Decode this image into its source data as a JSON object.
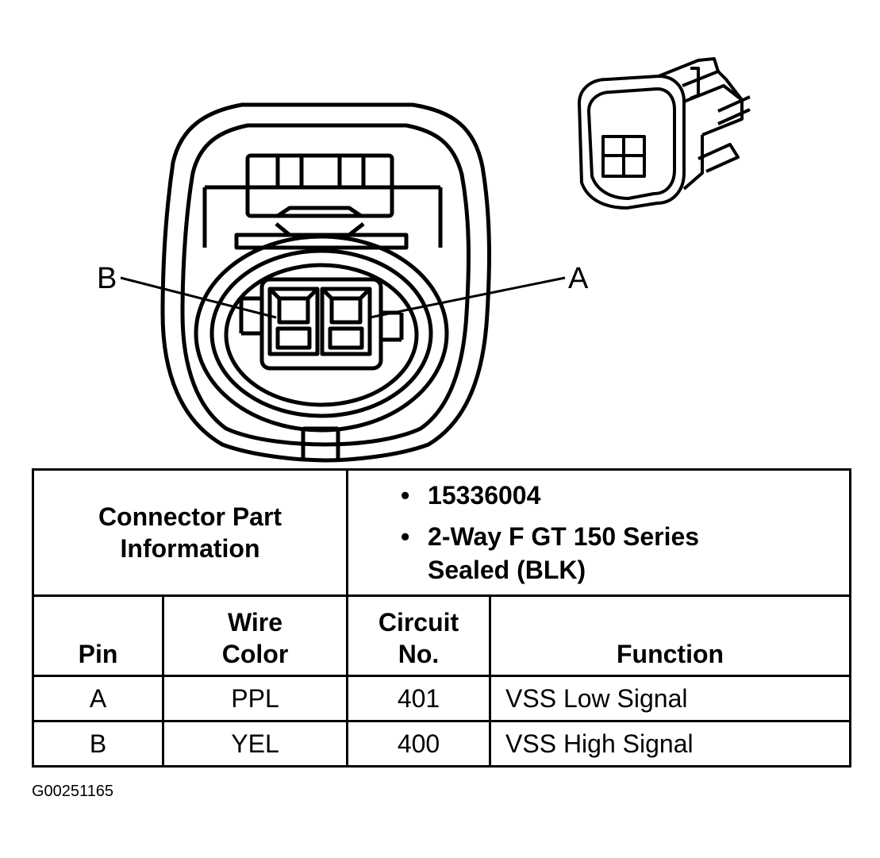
{
  "diagram": {
    "pin_b_label": "B",
    "pin_a_label": "A"
  },
  "table": {
    "connector_label_line1": "Connector Part",
    "connector_label_line2": "Information",
    "part_number": "15336004",
    "description_line1": "2-Way F GT 150 Series",
    "description_line2": "Sealed (BLK)",
    "bullet": "•",
    "headers": {
      "pin": "Pin",
      "wire_color_line1": "Wire",
      "wire_color_line2": "Color",
      "circuit_line1": "Circuit",
      "circuit_line2": "No.",
      "function": "Function"
    },
    "rows": [
      {
        "pin": "A",
        "wire_color": "PPL",
        "circuit": "401",
        "function": "VSS Low Signal"
      },
      {
        "pin": "B",
        "wire_color": "YEL",
        "circuit": "400",
        "function": "VSS High Signal"
      }
    ]
  },
  "figure_code": "G00251165"
}
